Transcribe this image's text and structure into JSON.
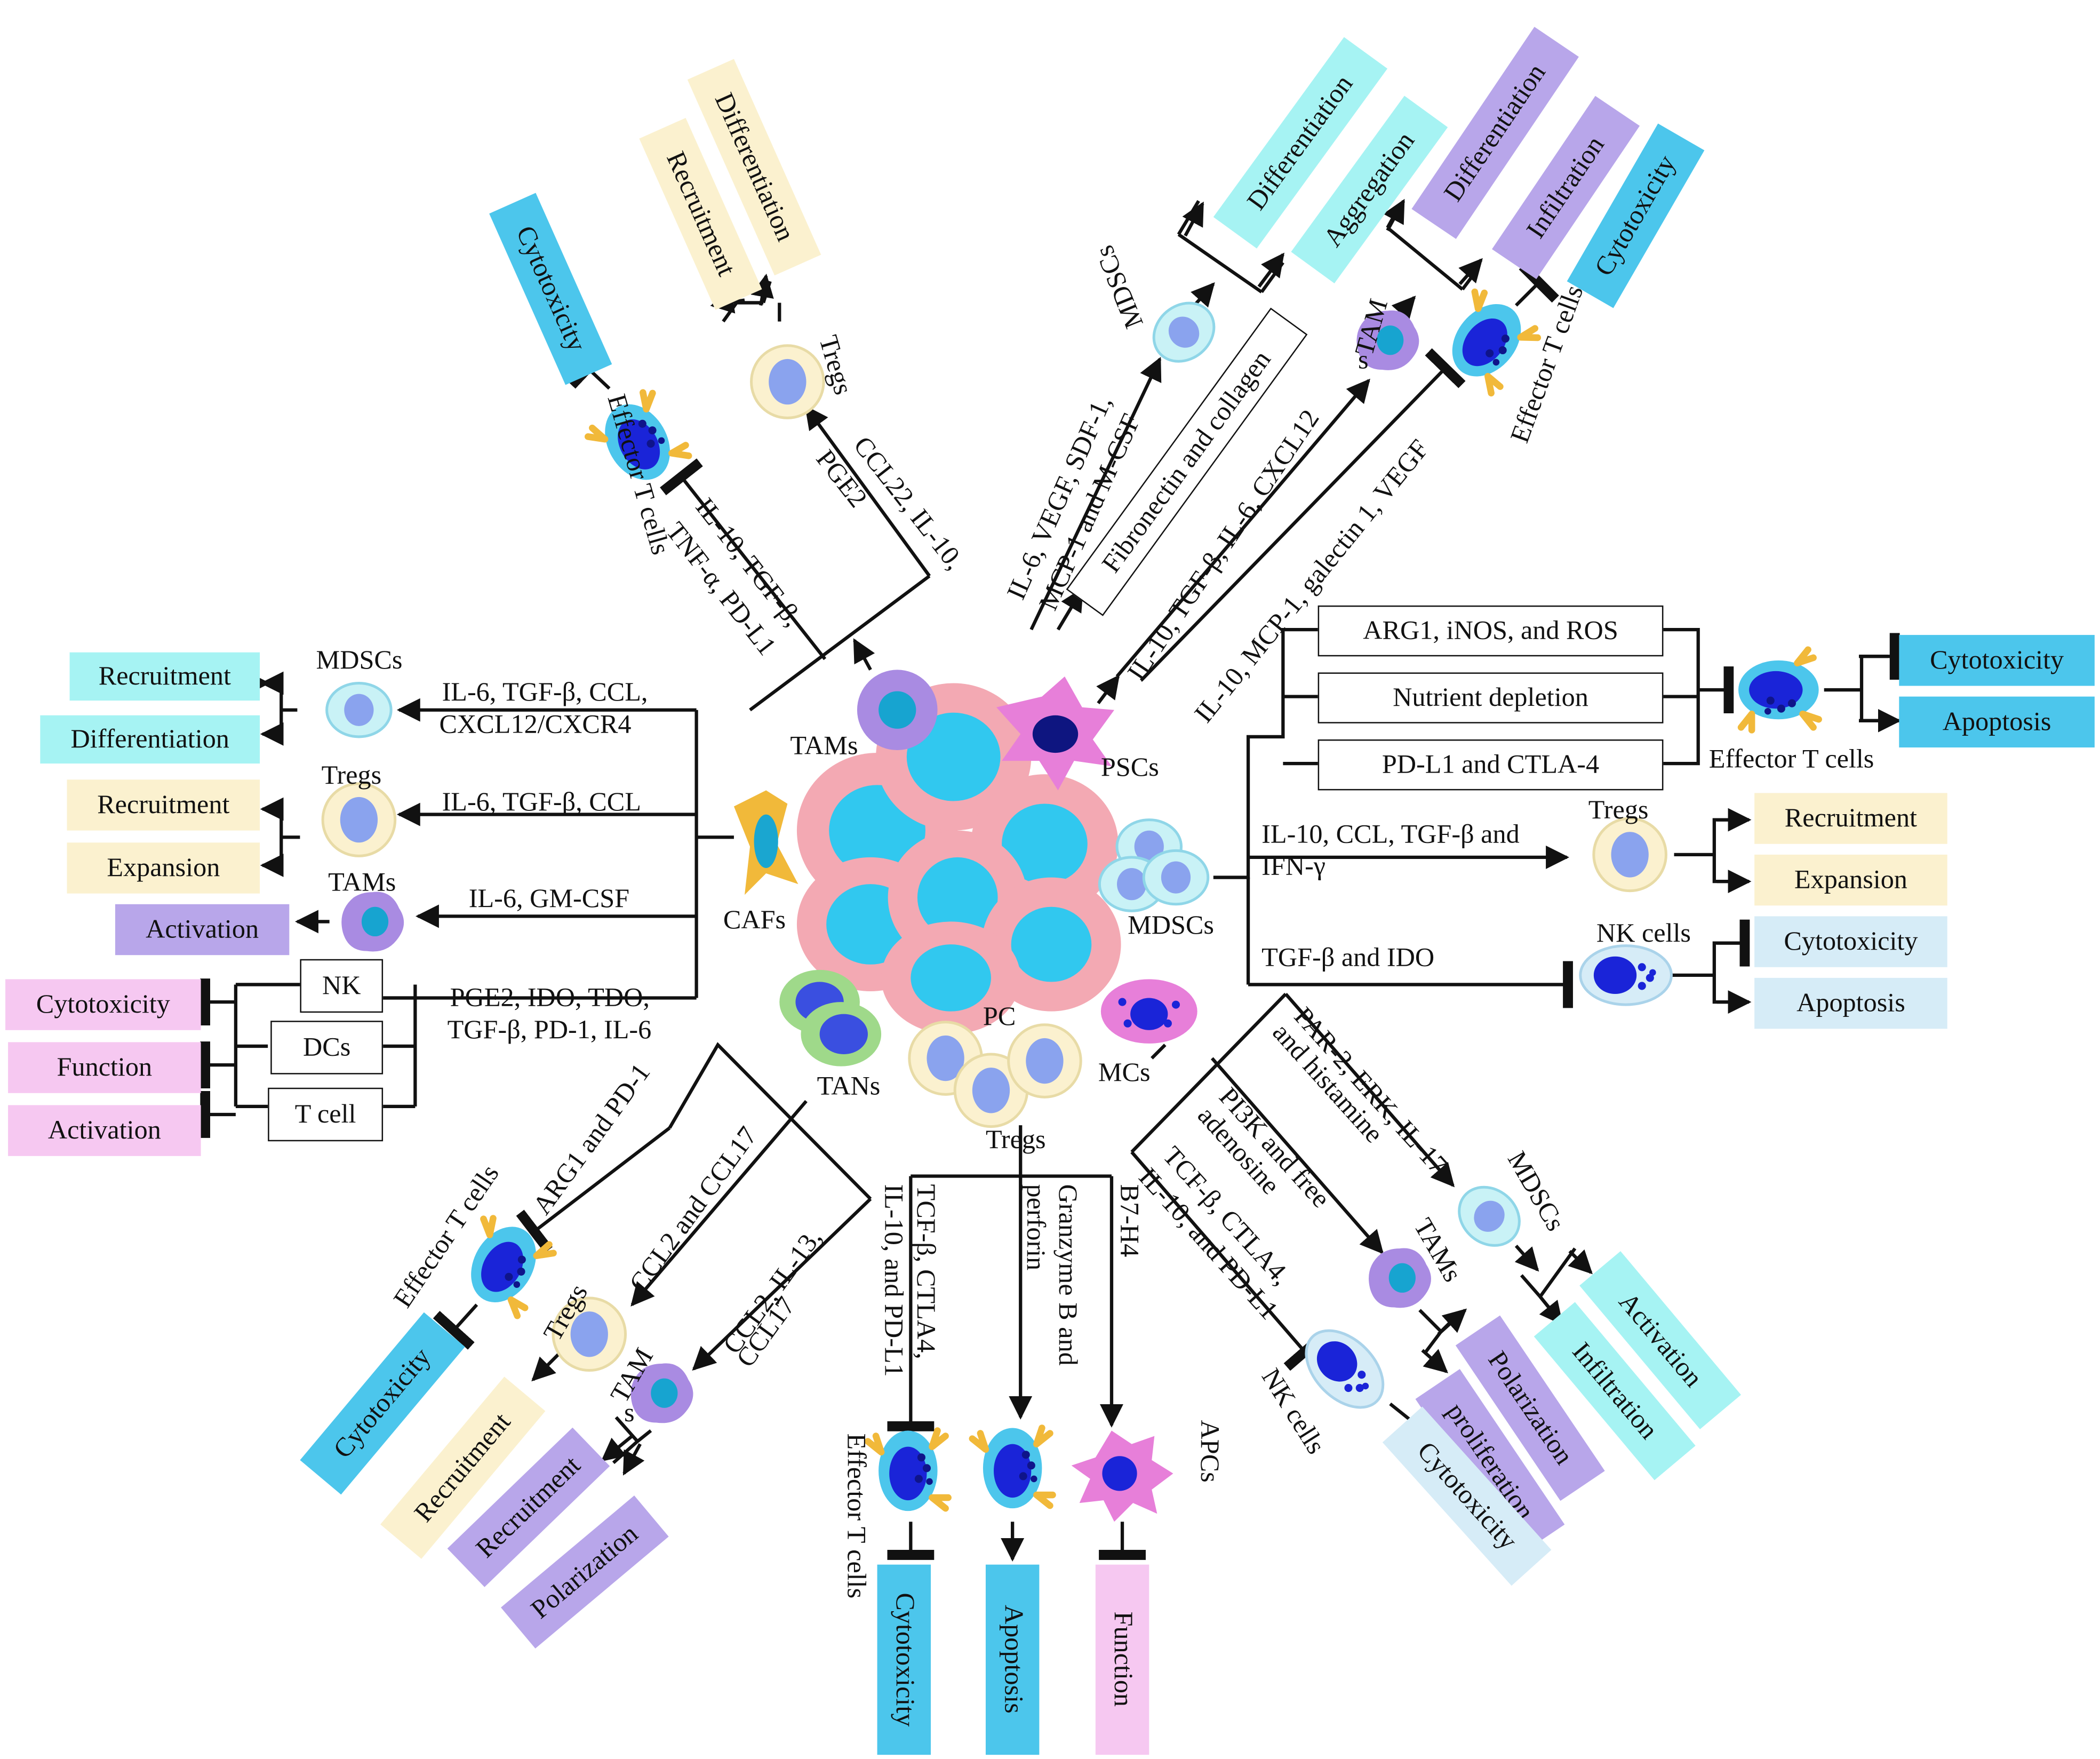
{
  "colors": {
    "cyan": "#a6f3f3",
    "blue": "#4cc6ec",
    "lightblue": "#d6ecf7",
    "yellow": "#fbf1cf",
    "purple": "#b8a6ea",
    "pink": "#f6c8f1",
    "tumor_outer": "#f3a9b3",
    "tumor_inner": "#31c8ef",
    "psc": "#e77fd9",
    "nucleus": "#1a24d8"
  },
  "center": {
    "caf_label": "CAFs",
    "tam_label": "TAMs",
    "psc_label": "PSCs",
    "pc_label": "PC",
    "tan_label": "TANs",
    "mc_label": "MCs",
    "treg_label": "Tregs",
    "mdsc_label": "MDSCs"
  },
  "caf_branch": {
    "mdsc": {
      "cell": "MDSCs",
      "signal_1": "IL-6, TGF-β, CCL,",
      "signal_2": "CXCL12/CXCR4",
      "out_1": "Recruitment",
      "out_2": "Differentiation"
    },
    "treg": {
      "cell": "Tregs",
      "signal": "IL-6, TGF-β, CCL",
      "out_1": "Recruitment",
      "out_2": "Expansion"
    },
    "tam": {
      "cell": "TAMs",
      "signal": "IL-6, GM-CSF",
      "out_1": "Activation"
    },
    "immune": {
      "signal_1": "PGE2, IDO, TDO,",
      "signal_2": "TGF-β, PD-1, IL-6",
      "box_1": "NK",
      "box_2": "DCs",
      "box_3": "T cell",
      "out_1": "Cytotoxicity",
      "out_2": "Function",
      "out_3": "Activation"
    }
  },
  "tam_branch": {
    "effector_cell": "Effector T cells",
    "effector_signal_1": "IL-10, TGF-β,",
    "effector_signal_2": "TNF-α, PD-L1",
    "effector_out": "Cytotoxicity",
    "treg_cell": "Tregs",
    "treg_signal_1": "CCL22, IL-10,",
    "treg_signal_2": "PGE2",
    "treg_out_1": "Recruitment",
    "treg_out_2": "Differentiation"
  },
  "psc_branch": {
    "mdsc_cell": "MDSCs",
    "mdsc_signal_1": "IL-6, VEGF, SDF-1,",
    "mdsc_signal_2": "MCP-1 and M-CSF",
    "fibro": "Fibronectin and collagen",
    "mdsc_out_1": "Differentiation",
    "mdsc_out_2": "Aggregation",
    "tam_cell": "TAM",
    "tam_cell_s": "s",
    "tam_signal": "IL-10, TGF-β, IL-6, CXCL12",
    "tam_out_1": "Differentiation",
    "tam_out_2": "Infiltration",
    "eff_signal": "IL-10, MCP-1, galectin 1, VEGF",
    "eff_cell": "Effector T cells",
    "eff_out": "Cytotoxicity"
  },
  "mdsc_branch": {
    "box_1": "ARG1, iNOS, and ROS",
    "box_2": "Nutrient depletion",
    "box_3": "PD-L1 and CTLA-4",
    "eff_cell": "Effector T cells",
    "eff_out_1": "Cytotoxicity",
    "eff_out_2": "Apoptosis",
    "treg_signal_1": "IL-10, CCL, TGF-β and",
    "treg_signal_2": "IFN-γ",
    "treg_cell": "Tregs",
    "treg_out_1": "Recruitment",
    "treg_out_2": "Expansion",
    "nk_signal": "TGF-β and IDO",
    "nk_cell": "NK cells",
    "nk_out_1": "Cytotoxicity",
    "nk_out_2": "Apoptosis"
  },
  "mc_branch": {
    "mdsc_signal_1": "PAR-2, ERK, IL-17",
    "mdsc_signal_2": "and histamine",
    "mdsc_cell": "MDSCs",
    "mdsc_out_1": "Activation",
    "mdsc_out_2": "Infiltration",
    "tam_signal_1": "PI3K and free",
    "tam_signal_2": "adenosine",
    "tam_cell": "TAMs",
    "tam_out_1": "Polarization",
    "tam_out_2": "proliferation",
    "nk_signal_1": "TCF-β, CTLA4,",
    "nk_signal_2": "IL-10, and PD-L1",
    "nk_cell": "NK cells",
    "nk_out": "Cytotoxicity"
  },
  "treg_branch": {
    "eff_signal_1": "TCF-β, CTLA4,",
    "eff_signal_2": "IL-10, and PD-L1",
    "eff_cell": "Effector T cells",
    "eff_out": "Cytotoxicity",
    "apo_signal_1": "Granzyme B and",
    "apo_signal_2": "perforin",
    "apo_out": "Apoptosis",
    "apc_signal": "B7-H4",
    "apc_cell": "APCs",
    "apc_out": "Function"
  },
  "tan_branch": {
    "eff_signal": "ARG1 and PD-1",
    "eff_cell": "Effector T cells",
    "eff_out": "Cytotoxicity",
    "treg_signal": "CCL2 and CCL17",
    "treg_cell": "Tregs",
    "treg_out": "Recruitment",
    "tam_signal_1": "CCL2, IL-13,",
    "tam_signal_2": "CCL17",
    "tam_cell": "TAM",
    "tam_cell_s": "s",
    "tam_out_1": "Recruitment",
    "tam_out_2": "Polarization"
  }
}
